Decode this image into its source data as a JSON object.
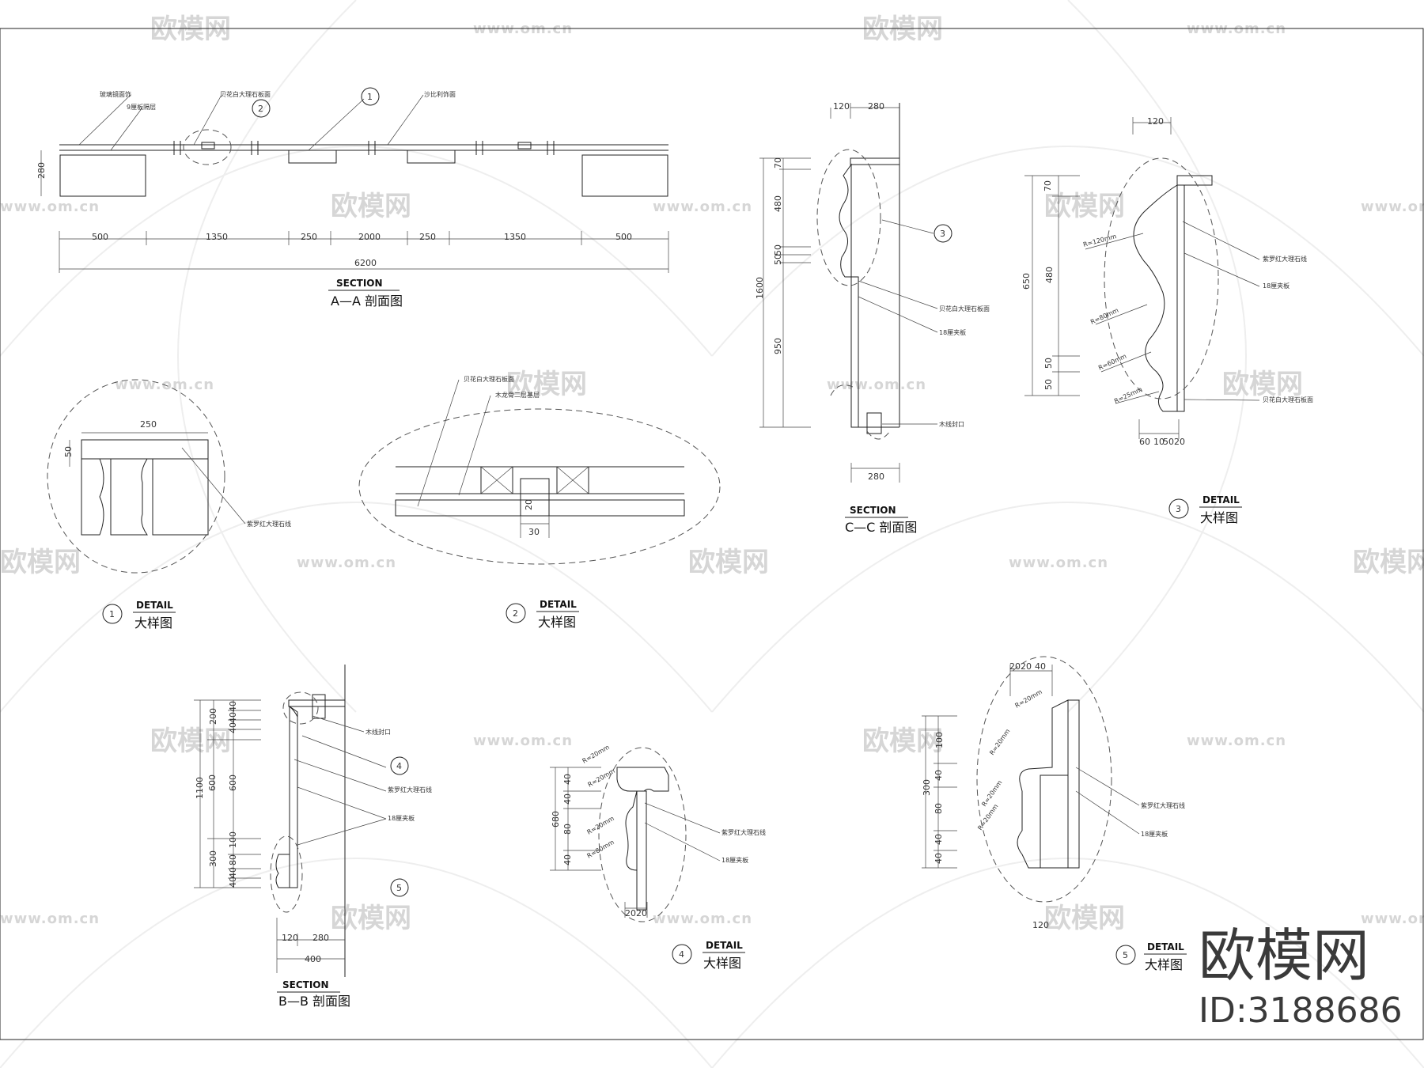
{
  "watermark": {
    "brand": "欧模网",
    "url": "www.om.cn"
  },
  "brand_badge": {
    "name": "欧模网",
    "id": "ID:3188686"
  },
  "section_aa": {
    "title": "SECTION",
    "subtitle": "A—A 剖面图",
    "dims": [
      "500",
      "1350",
      "250",
      "2000",
      "250",
      "1350",
      "500"
    ],
    "total": "6200",
    "height": "280",
    "notes": [
      "玻璃镜面饰",
      "9厘板隔层",
      "贝花白大理石板面",
      "沙比利饰面"
    ],
    "callouts": [
      "1",
      "2"
    ]
  },
  "section_cc": {
    "title": "SECTION",
    "subtitle": "C—C 剖面图",
    "top_dims": [
      "120",
      "280"
    ],
    "bottom_dim": "280",
    "left_dims": [
      "70",
      "480",
      "50",
      "50",
      "950"
    ],
    "total": "1600",
    "notes": [
      "贝花白大理石板面",
      "18厘夹板",
      "木线封口"
    ],
    "callout": "3"
  },
  "section_bb": {
    "title": "SECTION",
    "subtitle": "B—B 剖面图",
    "top_dims": [
      "40",
      "40",
      "40",
      "200"
    ],
    "mid_dims": [
      "600",
      "600"
    ],
    "low_dims": [
      "100",
      "300",
      "80",
      "40",
      "40"
    ],
    "total": "1100",
    "bottom_dims": [
      "120",
      "280"
    ],
    "bottom_total": "400",
    "notes": [
      "木线封口",
      "紫罗红大理石线",
      "18厘夹板"
    ],
    "callouts": [
      "4",
      "5"
    ]
  },
  "detail_1": {
    "title": "DETAIL",
    "subtitle": "大样图",
    "num": "1",
    "dims": [
      "250",
      "50"
    ],
    "note": "紫罗红大理石线"
  },
  "detail_2": {
    "title": "DETAIL",
    "subtitle": "大样图",
    "num": "2",
    "dims": [
      "20",
      "30"
    ],
    "notes": [
      "贝花白大理石板面",
      "木龙骨二层基层"
    ]
  },
  "detail_3": {
    "title": "DETAIL",
    "subtitle": "大样图",
    "num": "3",
    "dims": [
      "120",
      "70",
      "480",
      "50",
      "50",
      "650"
    ],
    "bottom_dims": [
      "60",
      "10",
      "50",
      "20"
    ],
    "radii": [
      "R=120mm",
      "R=80mm",
      "R=60mm",
      "R=25mm"
    ],
    "notes": [
      "紫罗红大理石线",
      "18厘夹板",
      "贝花白大理石板面"
    ]
  },
  "detail_4": {
    "title": "DETAIL",
    "subtitle": "大样图",
    "num": "4",
    "dims": [
      "40",
      "40",
      "80",
      "40"
    ],
    "total": "680",
    "bottom_dims": [
      "20",
      "20"
    ],
    "radii": [
      "R=20mm",
      "R=20mm",
      "R=20mm",
      "R=80mm"
    ],
    "notes": [
      "紫罗红大理石线",
      "18厘夹板"
    ]
  },
  "detail_5": {
    "title": "DETAIL",
    "subtitle": "大样图",
    "num": "5",
    "top_dims": [
      "20",
      "20",
      "40"
    ],
    "dims": [
      "100",
      "40",
      "80",
      "40",
      "40"
    ],
    "total": "300",
    "bottom_dim": "120",
    "radii": [
      "R=20mm",
      "R=20mm",
      "R=20mm",
      "R=20mm"
    ],
    "notes": [
      "紫罗红大理石线",
      "18厘夹板"
    ]
  }
}
